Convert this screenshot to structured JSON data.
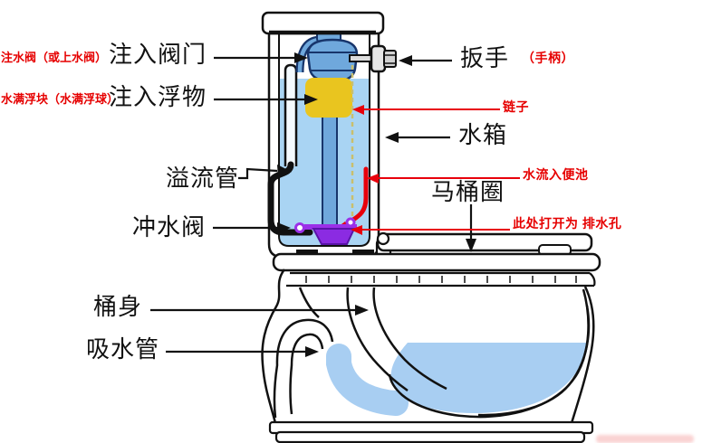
{
  "diagram": {
    "subject": "toilet internal structure cross-section",
    "labels": {
      "fill_valve_alt": "注水阀（或上水阀）",
      "fill_valve": "注入阀门",
      "float_alt": "水满浮块（水满浮球）",
      "float": "注入浮物",
      "overflow_pipe": "溢流管",
      "flush_valve": "冲水阀",
      "handle": "扳手",
      "handle_alt": "（手柄）",
      "chain": "链子",
      "tank": "水箱",
      "water_into_bowl": "水流入便池",
      "seat_ring": "马桶圈",
      "drain_hole": "此处打开为 排水孔",
      "body": "桶身",
      "siphon_pipe": "吸水管"
    },
    "colors": {
      "label_black": "#111111",
      "label_red": "#e60000",
      "arrow_red": "#e8000b",
      "tank_water": "#a9d4f3",
      "bowl_water": "#a8cef2",
      "float_yellow": "#e9c51f",
      "valve_blue": "#6fa8dc",
      "valve_blue_outline": "#17356b",
      "flush_valve_purple": "#8b2be2",
      "chain_olive": "#c9bf6e",
      "outline": "#111111"
    }
  }
}
